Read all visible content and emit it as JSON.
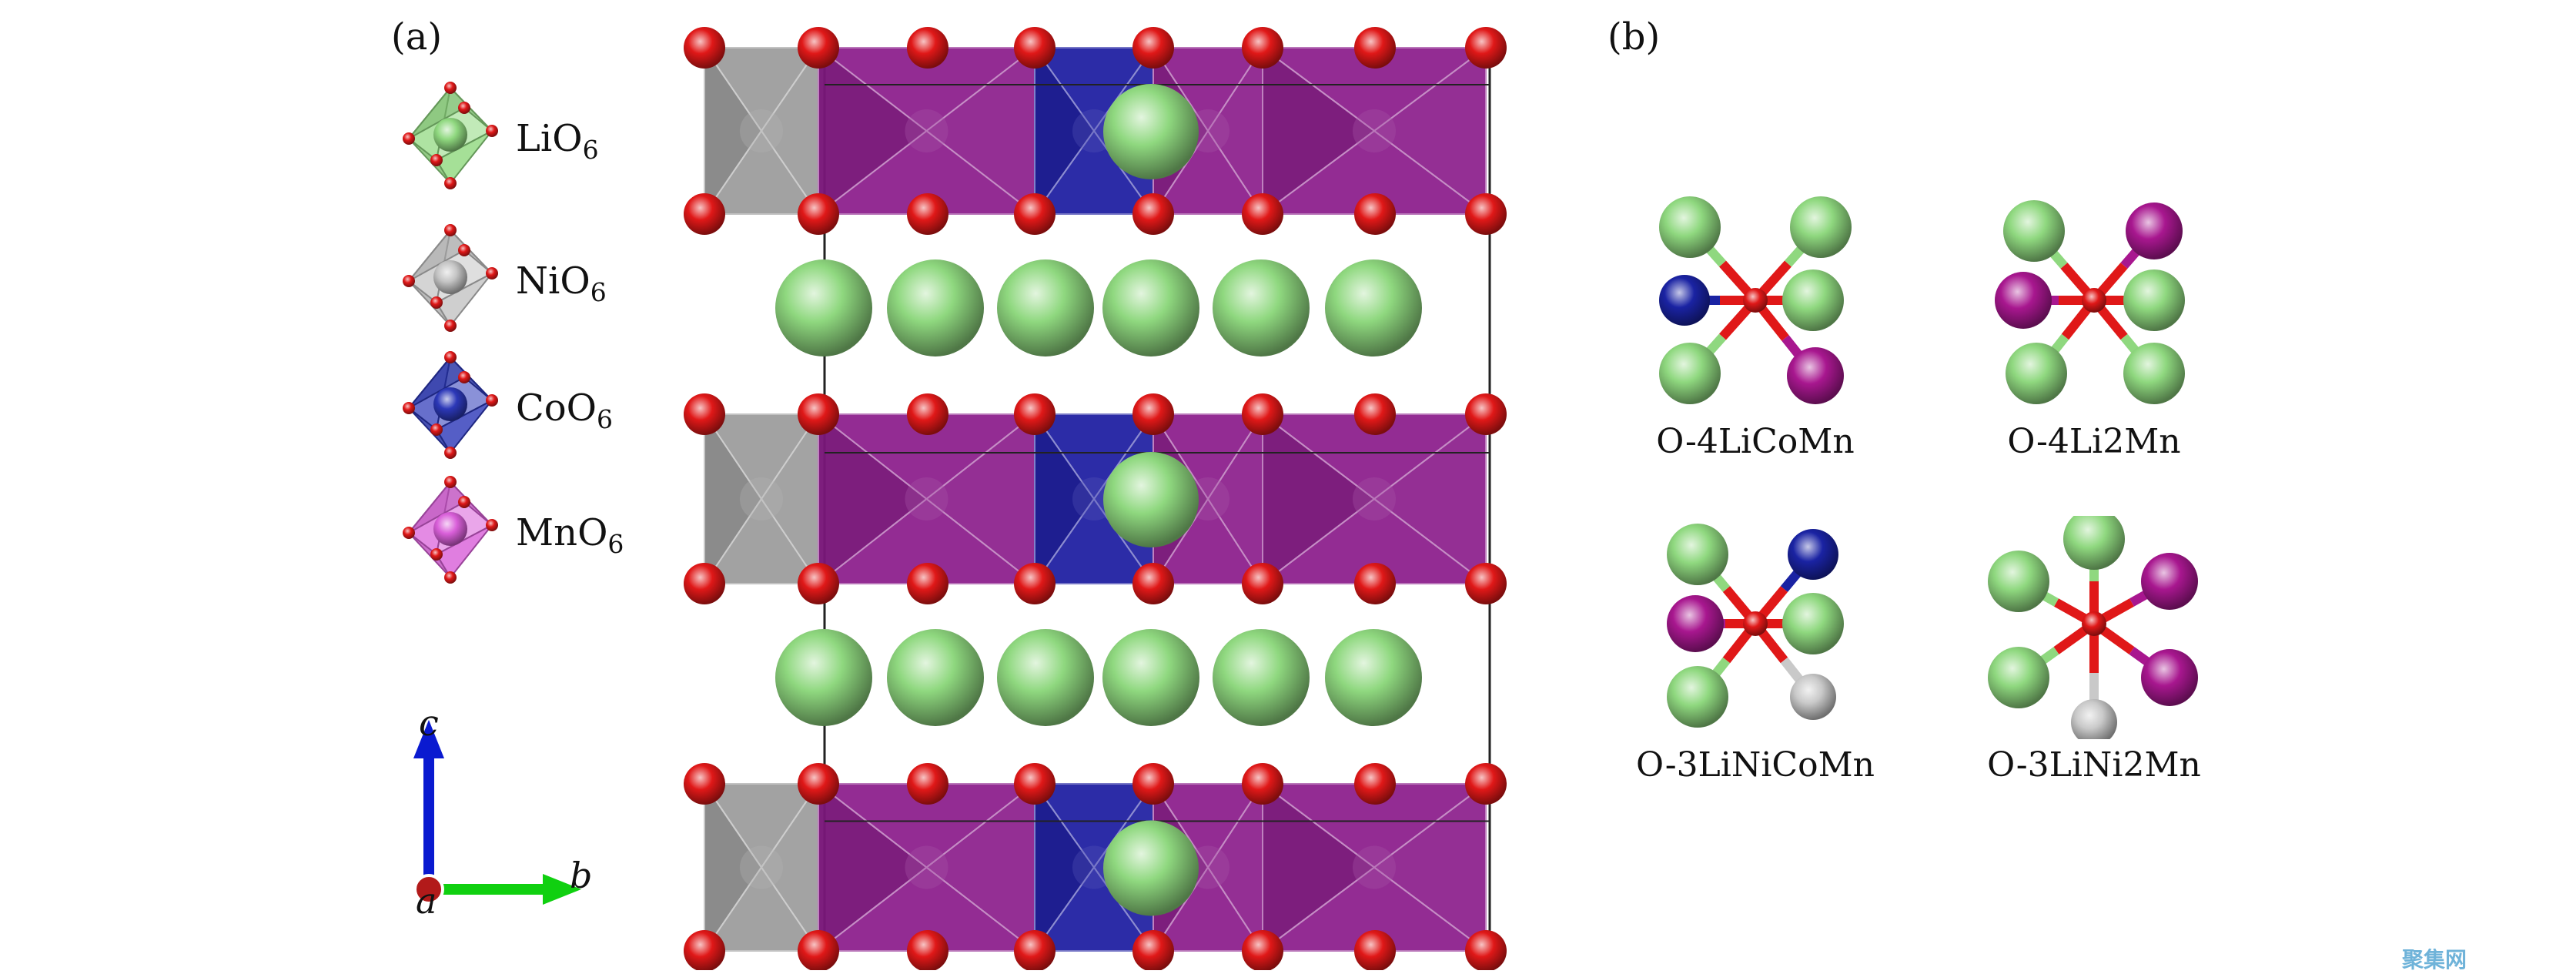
{
  "panel_a": {
    "label": "(a)",
    "legend": [
      {
        "name": "LiO",
        "sub": "6",
        "color": "#8fd87f"
      },
      {
        "name": "NiO",
        "sub": "6",
        "color": "#c4c4c4"
      },
      {
        "name": "CoO",
        "sub": "6",
        "color": "#2c38b8"
      },
      {
        "name": "MnO",
        "sub": "6",
        "color": "#d95fd9"
      }
    ],
    "axes": {
      "c": "c",
      "b": "b",
      "a": "a"
    }
  },
  "panel_b": {
    "label": "(b)",
    "clusters": [
      {
        "label": "O-4LiCoMn",
        "neighbors": [
          "Li",
          "Li",
          "Co",
          "Li",
          "Li",
          "Mn"
        ]
      },
      {
        "label": "O-4Li2Mn",
        "neighbors": [
          "Li",
          "Mn",
          "Mn",
          "Li",
          "Li",
          "Li"
        ]
      },
      {
        "label": "O-3LiNiCoMn",
        "neighbors": [
          "Li",
          "Co",
          "Mn",
          "Li",
          "Li",
          "Ni"
        ]
      },
      {
        "label": "O-3LiNi2Mn",
        "neighbors": [
          "Li",
          "Li",
          "Mn",
          "Li",
          "Mn",
          "Ni"
        ]
      }
    ]
  },
  "colors": {
    "oxygen": "#e01818",
    "lithium": "#8fd87f",
    "nickel": "#c9c9c9",
    "cobalt": "#1a23a3",
    "manganese": "#a8178f",
    "mn_octahedron": "#8a1a8a",
    "co_octahedron": "#1a1aa0",
    "ni_octahedron": "#9a9a9a",
    "axis_c": "#0a1ad0",
    "axis_b": "#10d010"
  },
  "watermark": "聚集网"
}
